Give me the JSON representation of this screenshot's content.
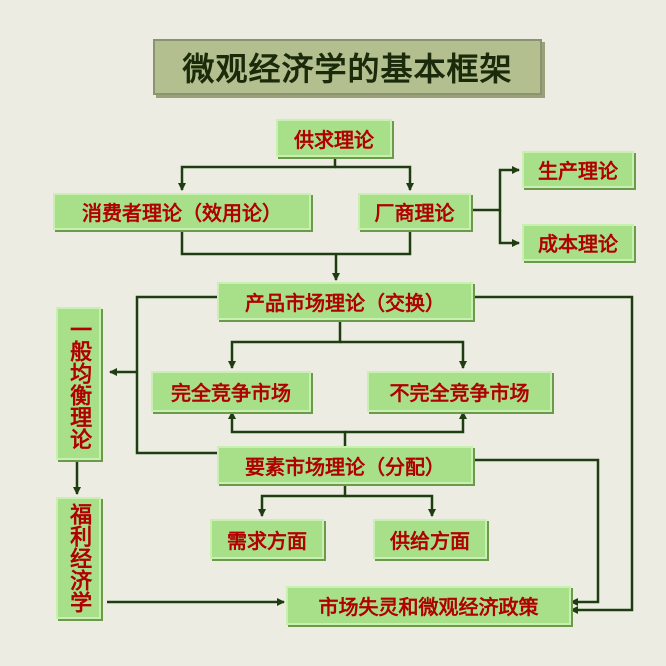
{
  "title": "微观经济学的基本框架",
  "boxes": {
    "supply_demand": "供求理论",
    "consumer": "消费者理论（效用论）",
    "firm": "厂商理论",
    "production": "生产理论",
    "cost": "成本理论",
    "product_market": "产品市场理论（交换）",
    "perfect_comp": "完全竞争市场",
    "imperfect_comp": "不完全竞争市场",
    "factor_market": "要素市场理论（分配）",
    "demand_side": "需求方面",
    "supply_side": "供给方面",
    "market_failure": "市场失灵和微观经济政策",
    "general_equilibrium": "一般均衡理论",
    "welfare": "福利经济学"
  },
  "colors": {
    "box_fill": "#a8e08a",
    "box_text": "#b00000",
    "line": "#1e3d10",
    "title_fill": "#b3bf8f"
  }
}
